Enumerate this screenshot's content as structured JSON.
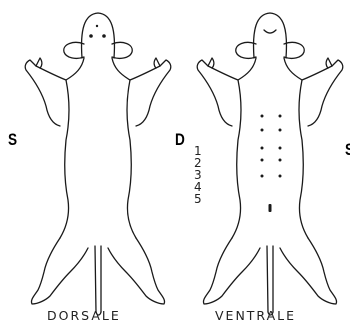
{
  "labels": {
    "left_side_left": "S",
    "left_side_right": "D",
    "right_side_right": "S"
  },
  "numbers": [
    "1",
    "2",
    "3",
    "4",
    "5"
  ],
  "captions": {
    "dorsal": "DORSALE",
    "ventral": "VENTRALE"
  },
  "colors": {
    "outline": "#1a1a1a",
    "text": "#222222"
  }
}
